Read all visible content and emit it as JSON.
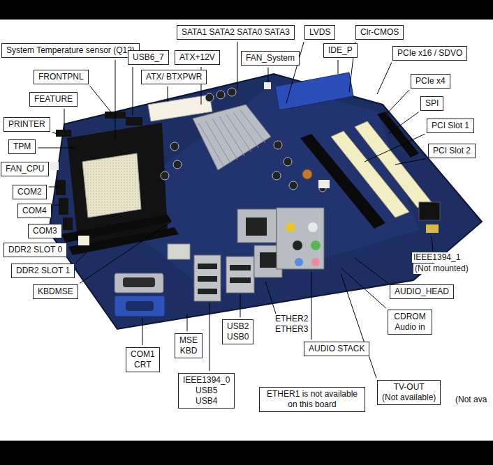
{
  "diagram": {
    "nodes": [
      {
        "text": [
          "System Temperature sensor (Q12)"
        ]
      },
      {
        "text": [
          "SATA1 SATA2 SATA0 SATA3"
        ]
      },
      {
        "text": [
          "LVDS"
        ]
      },
      {
        "text": [
          "Clr-CMOS"
        ]
      },
      {
        "text": [
          "USB6_7"
        ]
      },
      {
        "text": [
          "ATX+12V"
        ]
      },
      {
        "text": [
          "FAN_System"
        ]
      },
      {
        "text": [
          "IDE_P"
        ]
      },
      {
        "text": [
          "PCIe x16 / SDVO"
        ]
      },
      {
        "text": [
          "FRONTPNL"
        ]
      },
      {
        "text": [
          "ATX/ BTXPWR"
        ]
      },
      {
        "text": [
          "FEATURE"
        ]
      },
      {
        "text": [
          "PCIe x4"
        ]
      },
      {
        "text": [
          "SPI"
        ]
      },
      {
        "text": [
          "PRINTER"
        ]
      },
      {
        "text": [
          "PCI Slot 1"
        ]
      },
      {
        "text": [
          "TPM"
        ]
      },
      {
        "text": [
          "PCI Slot 2"
        ]
      },
      {
        "text": [
          "FAN_CPU"
        ]
      },
      {
        "text": [
          "COM2"
        ]
      },
      {
        "text": [
          "COM4"
        ]
      },
      {
        "text": [
          "COM3"
        ]
      },
      {
        "text": [
          "DDR2 SLOT 0"
        ]
      },
      {
        "text": [
          "DDR2 SLOT 1"
        ]
      },
      {
        "text": [
          "KBDMSE"
        ]
      },
      {
        "text": [
          "AUDIO_HEAD"
        ]
      },
      {
        "text": [
          "CDROM Audio in"
        ]
      },
      {
        "text": [
          "USB2",
          "USB0"
        ]
      },
      {
        "text": [
          "MSE",
          "KBD"
        ]
      },
      {
        "text": [
          "AUDIO STACK"
        ]
      },
      {
        "text": [
          "COM1",
          "CRT"
        ]
      },
      {
        "text": [
          "IEEE1394_0",
          "USB5",
          "USB4"
        ]
      },
      {
        "text": [
          "ETHER1 is not available on this board"
        ]
      },
      {
        "text": [
          "TV-OUT",
          "(Not available)"
        ]
      }
    ],
    "labels": [
      "IEEE1394_1",
      "(Not mounted)",
      "ETHER2",
      "ETHER3",
      "(Not ava"
    ]
  }
}
